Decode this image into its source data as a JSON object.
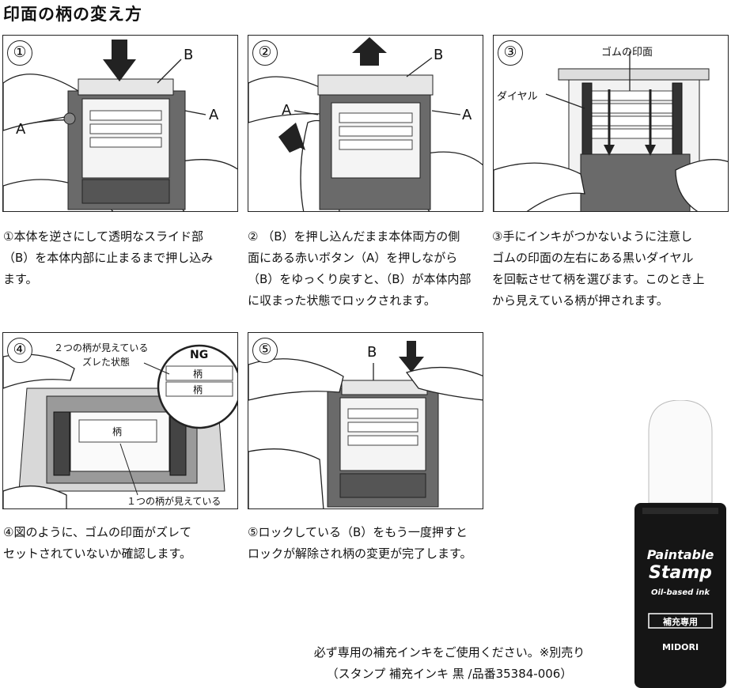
{
  "title": "印面の柄の変え方",
  "panels": [
    {
      "num": "①",
      "labels": {
        "b": "B",
        "a_left": "A",
        "a_right": "A"
      }
    },
    {
      "num": "②",
      "labels": {
        "b": "B",
        "a_left": "A",
        "a_right": "A"
      }
    },
    {
      "num": "③",
      "labels": {
        "top": "ゴムの印面",
        "dial": "ダイヤル"
      }
    },
    {
      "num": "④",
      "labels": {
        "ng_note_1": "２つの柄が見えている",
        "ng_note_2": "ズレた状態",
        "ng": "NG",
        "gara1": "柄",
        "gara2": "柄",
        "gara_main": "柄",
        "ok_note": "１つの柄が見えている"
      }
    },
    {
      "num": "⑤",
      "labels": {
        "b": "B"
      }
    }
  ],
  "captions": [
    [
      "①本体を逆さにして透明なスライド部",
      "（B）を本体内部に止まるまで押し込み",
      "ます。"
    ],
    [
      "② （B）を押し込んだまま本体両方の側",
      "面にある赤いボタン（A）を押しながら",
      "（B）をゆっくり戻すと、（B）が本体内部",
      "に収まった状態でロックされます。"
    ],
    [
      "③手にインキがつかないように注意し",
      "ゴムの印面の左右にある黒いダイヤル",
      "を回転させて柄を選びます。このとき上",
      "から見えている柄が押されます。"
    ],
    [
      "④図のように、ゴムの印面がズレて",
      "セットされていないか確認します。"
    ],
    [
      "⑤ロックしている（B）をもう一度押すと",
      "ロックが解除され柄の変更が完了します。"
    ]
  ],
  "note": {
    "line1": "必ず専用の補充インキをご使用ください。※別売り",
    "line2": "（スタンプ 補充インキ 黒 /品番35384-006）"
  },
  "product": {
    "brand_line1": "Paintable",
    "brand_line2": "Stamp",
    "ink": "Oil-based ink",
    "badge": "補充専用",
    "maker": "MIDORI"
  },
  "colors": {
    "border": "#222222",
    "body": "#6a6a6a",
    "light": "#d8d8d8",
    "bottle": "#151515"
  }
}
